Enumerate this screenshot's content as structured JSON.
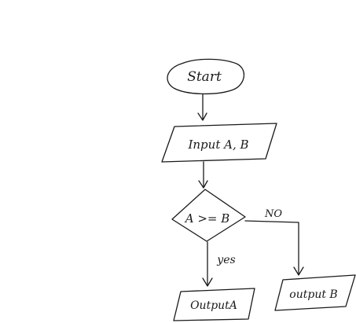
{
  "flowchart": {
    "nodes": {
      "start": {
        "label": "Start",
        "shape": "oval"
      },
      "input": {
        "label": "Input A, B",
        "shape": "parallelogram"
      },
      "decision": {
        "label": "A >= B",
        "shape": "diamond"
      },
      "output_a": {
        "label": "OutputA",
        "shape": "parallelogram"
      },
      "output_b": {
        "label": "output B",
        "shape": "parallelogram"
      }
    },
    "edges": {
      "yes_label": "yes",
      "no_label": "NO"
    },
    "colors": {
      "ink": "#1a1a1a",
      "background": "#ffffff"
    }
  }
}
